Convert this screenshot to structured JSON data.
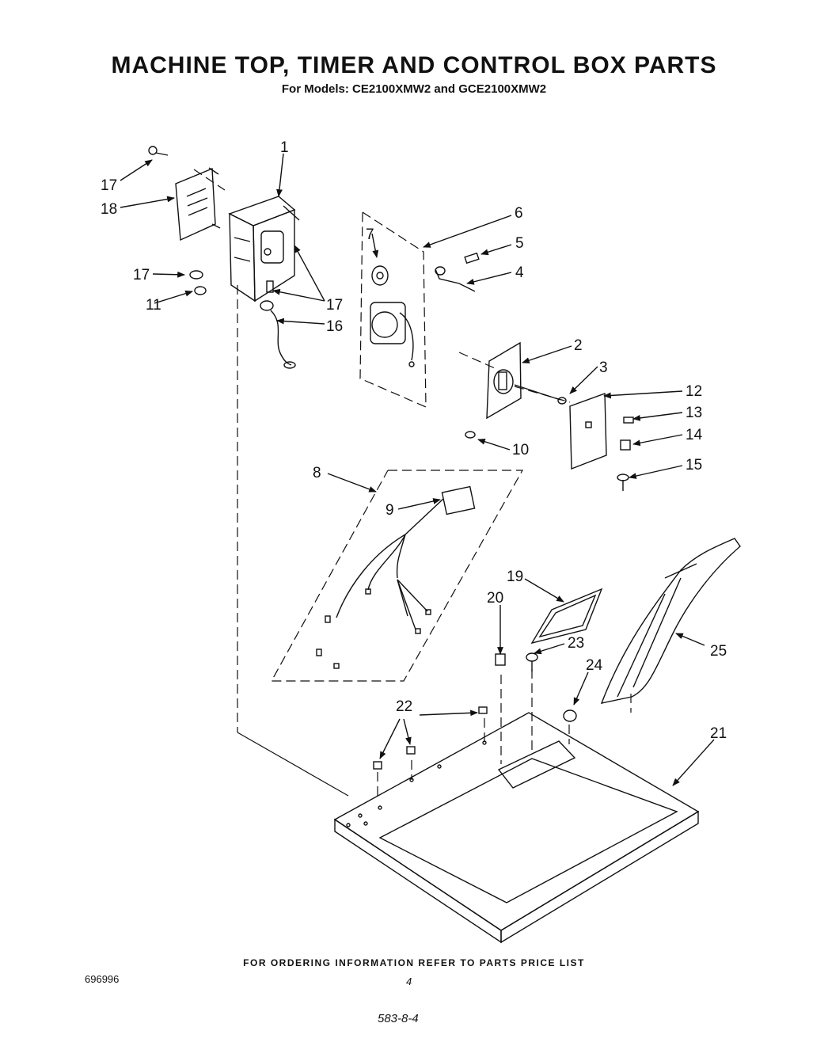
{
  "header": {
    "title": "MACHINE TOP, TIMER AND CONTROL BOX PARTS",
    "subtitle": "For Models: CE2100XMW2 and GCE2100XMW2"
  },
  "callouts": {
    "c1": "1",
    "c2": "2",
    "c3": "3",
    "c4": "4",
    "c5": "5",
    "c6": "6",
    "c7": "7",
    "c8": "8",
    "c9": "9",
    "c10": "10",
    "c11": "11",
    "c12": "12",
    "c13": "13",
    "c14": "14",
    "c15": "15",
    "c16": "16",
    "c17a": "17",
    "c17b": "17",
    "c17c": "17",
    "c18": "18",
    "c19": "19",
    "c20": "20",
    "c21": "21",
    "c22": "22",
    "c23": "23",
    "c24": "24",
    "c25": "25"
  },
  "footer": {
    "ordering_note": "FOR ORDERING INFORMATION REFER TO PARTS PRICE LIST",
    "doc_number": "696996",
    "page_number": "4",
    "handwritten": "583-8-4"
  }
}
